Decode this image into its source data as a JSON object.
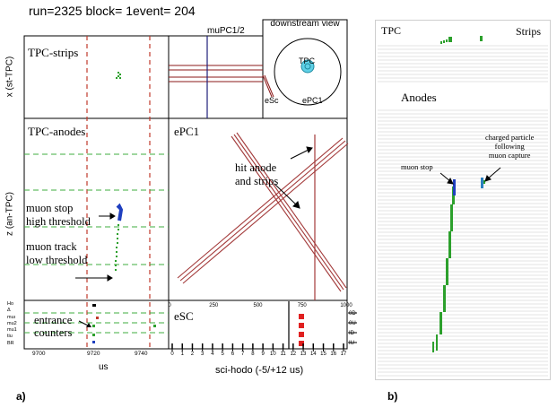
{
  "panel_a": {
    "header": "run=2325 block= 1event= 204",
    "downstream_title": "downstream view",
    "mupc_label": "muPC1/2",
    "tpc_label": "TPC",
    "esc_small_label": "eSc",
    "epc1_small_label": "ePC1",
    "tpc_strips_label": "TPC-strips",
    "tpc_anodes_label": "TPC-anodes",
    "epc1_label": "ePC1",
    "esc_label": "eSC",
    "y_label_top": "x (st-TPC)",
    "y_label_mid": "z (an-TPC)",
    "muon_stop_text": [
      "muon stop",
      "high threshold"
    ],
    "muon_track_text": [
      "muon track",
      "low threshold"
    ],
    "hit_text": [
      "hit anode",
      "and strips"
    ],
    "entrance_text": [
      "entrance",
      "counters"
    ],
    "left_row_labels": [
      "Ho",
      "Δ",
      "muι",
      "mu2",
      "mu1",
      "tiu",
      "BR"
    ],
    "right_row_labels": [
      "0D",
      "0U",
      "ID",
      "IU"
    ],
    "time_ticks": [
      "9700",
      "9720",
      "9740"
    ],
    "time_unit": "us",
    "hodo_top_ticks": [
      "0",
      "250",
      "500",
      "750",
      "1000"
    ],
    "hodo_bottom_ticks": [
      "0",
      "1",
      "2",
      "3",
      "4",
      "5",
      "6",
      "7",
      "8",
      "9",
      "10",
      "11",
      "12",
      "13",
      "14",
      "15",
      "16",
      "17"
    ],
    "hodo_label": "sci-hodo (-5/+12 us)",
    "caption": "a)"
  },
  "panel_b": {
    "tpc_label": "TPC",
    "strips_label": "Strips",
    "anodes_label": "Anodes",
    "muon_stop": "muon stop",
    "charged_text": [
      "charged particle",
      "following",
      "muon capture"
    ],
    "caption": "b)"
  }
}
